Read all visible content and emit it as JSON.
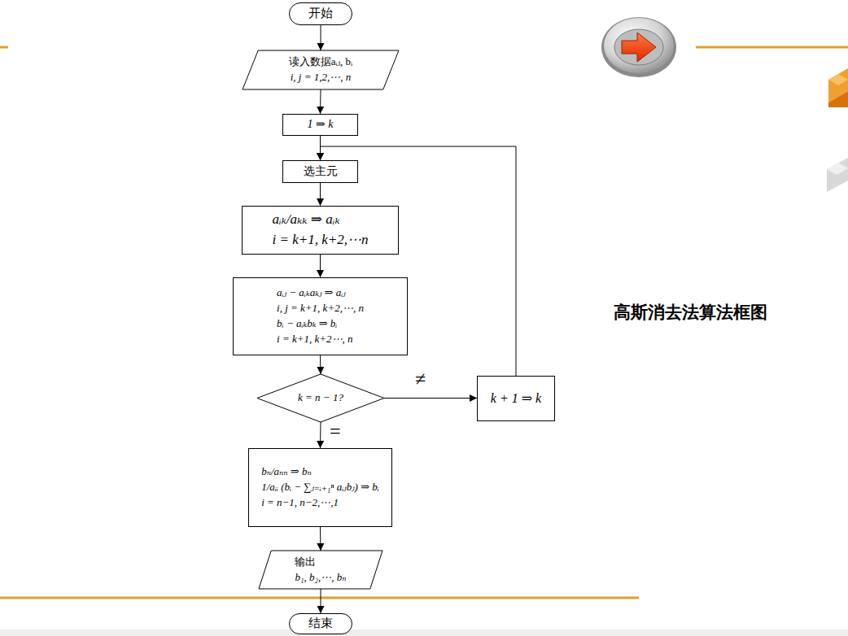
{
  "diagram": {
    "nodes": [
      {
        "text": [
          "开始"
        ]
      },
      {
        "text": [
          "读入数据aᵢⱼ, bᵢ",
          "i, j = 1,2,⋯, n"
        ]
      },
      {
        "text": [
          "1 ⇒ k"
        ]
      },
      {
        "text": [
          "选主元"
        ]
      },
      {
        "text": [
          "aᵢₖ/aₖₖ ⇒ aᵢₖ",
          "i = k+1, k+2,⋯n"
        ]
      },
      {
        "text": [
          "aᵢⱼ − aᵢₖaₖⱼ ⇒ aᵢⱼ",
          "i, j = k+1, k+2,⋯, n",
          "bᵢ − aᵢₖbₖ ⇒ bᵢ",
          "i = k+1, k+2⋯, n"
        ]
      },
      {
        "text": [
          "k = n − 1?"
        ]
      },
      {
        "text": [
          "k + 1 ⇒ k"
        ]
      },
      {
        "text": [
          "bₙ/aₙₙ ⇒ bₙ",
          "1/aᵢᵢ (bᵢ − ∑ⱼ₌ᵢ₊₁ⁿ aᵢⱼbⱼ) ⇒ bᵢ",
          "i = n−1, n−2,⋯,1"
        ]
      },
      {
        "text": [
          "输出",
          "b₁, b₂,⋯, bₙ"
        ]
      },
      {
        "text": [
          "结束"
        ]
      }
    ],
    "edges": [
      {
        "from": 0,
        "to": 1,
        "arrow": "to"
      },
      {
        "from": 1,
        "to": 2,
        "arrow": "to"
      },
      {
        "from": 2,
        "to": 3,
        "arrow": "to"
      },
      {
        "from": 3,
        "to": 4,
        "arrow": "to"
      },
      {
        "from": 4,
        "to": 5,
        "arrow": "to"
      },
      {
        "from": 5,
        "to": 6,
        "arrow": "to"
      },
      {
        "from": 6,
        "to": 7,
        "label": "≠",
        "arrow": "to"
      },
      {
        "from": 7,
        "to": 3,
        "arrow": "to"
      },
      {
        "from": 6,
        "to": 8,
        "label": "=",
        "arrow": "to"
      },
      {
        "from": 8,
        "to": 9,
        "arrow": "to"
      },
      {
        "from": 9,
        "to": 10,
        "arrow": "to"
      }
    ],
    "labels": [
      "高斯消去法算法框图"
    ]
  }
}
